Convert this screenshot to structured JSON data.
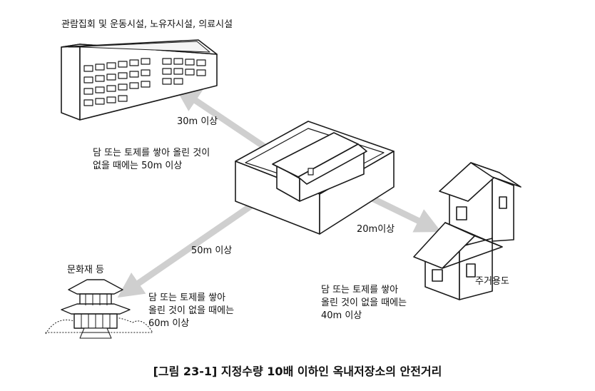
{
  "labels": {
    "assembly": "관람집회 및 운동시설, 노유자시설, 의료시설",
    "dist_assembly": "30m 이상",
    "wall_note_assembly": [
      "담 또는 토제를 쌓아 올린 것이",
      "없을 때에는 50m 이상"
    ],
    "dist_heritage": "50m 이상",
    "heritage": "문화재 등",
    "wall_note_heritage": [
      "담 또는 토제를 쌓아",
      "올린 것이 없을 때에는",
      "60m 이상"
    ],
    "dist_residential": "20m이상",
    "residential": "주거용도",
    "wall_note_residential": [
      "담 또는 토제를 쌓아",
      "올린 것이 없을 때에는",
      "40m 이상"
    ]
  },
  "caption": "[그림 23-1] 지정수량 10배 이하인 옥내저장소의 안전거리",
  "colors": {
    "arrow": "#cfcfcf",
    "line": "#1a1a1a"
  }
}
